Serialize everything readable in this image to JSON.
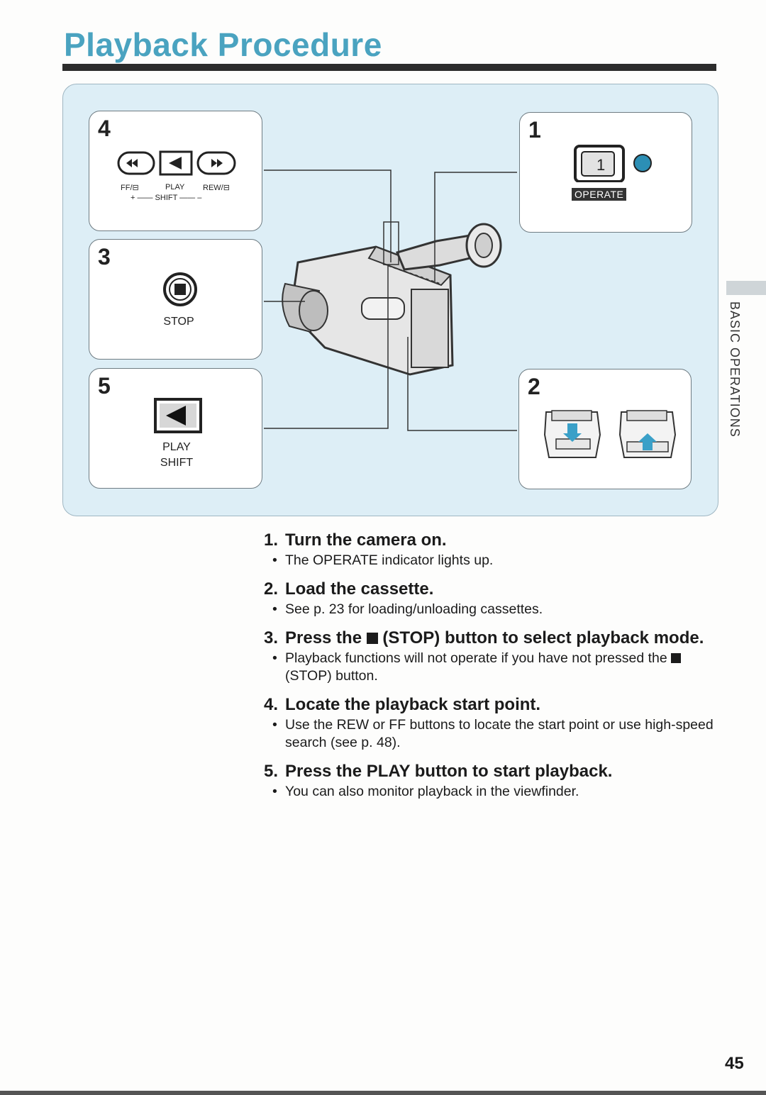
{
  "page": {
    "title": "Playback Procedure",
    "section_label": "BASIC OPERATIONS",
    "page_number": "45"
  },
  "figure": {
    "box4": {
      "number": "4",
      "ff_label": "FF/⊟",
      "play_label": "PLAY",
      "rew_label": "REW/⊟",
      "shift_line": "+ —— SHIFT —— –"
    },
    "box3": {
      "number": "3",
      "stop_label": "STOP"
    },
    "box5": {
      "number": "5",
      "play_label": "PLAY",
      "shift_label": "SHIFT"
    },
    "box1": {
      "number": "1",
      "button_glyph": "1",
      "operate_label": "OPERATE"
    },
    "box2": {
      "number": "2"
    },
    "colors": {
      "panel_bg": "#ddeef6",
      "title_blue": "#4aa3c0",
      "indicator": "#2c8fb5",
      "arrow": "#3aa0c8"
    }
  },
  "steps": [
    {
      "num": "1.",
      "title": "Turn the camera on.",
      "bullet": "The OPERATE indicator lights up."
    },
    {
      "num": "2.",
      "title": "Load the cassette.",
      "bullet": "See p. 23 for loading/unloading cassettes."
    },
    {
      "num": "3.",
      "title_pre": "Press the",
      "title_post": "(STOP) button to select playback mode.",
      "bullet_pre": "Playback functions will not operate if you have not pressed the",
      "bullet_post": "(STOP) button."
    },
    {
      "num": "4.",
      "title": "Locate the playback start point.",
      "bullet": "Use the REW or FF buttons to locate the start point or use high-speed search (see p. 48)."
    },
    {
      "num": "5.",
      "title": "Press the PLAY button to start playback.",
      "bullet": "You can also monitor playback in the viewfinder."
    }
  ]
}
